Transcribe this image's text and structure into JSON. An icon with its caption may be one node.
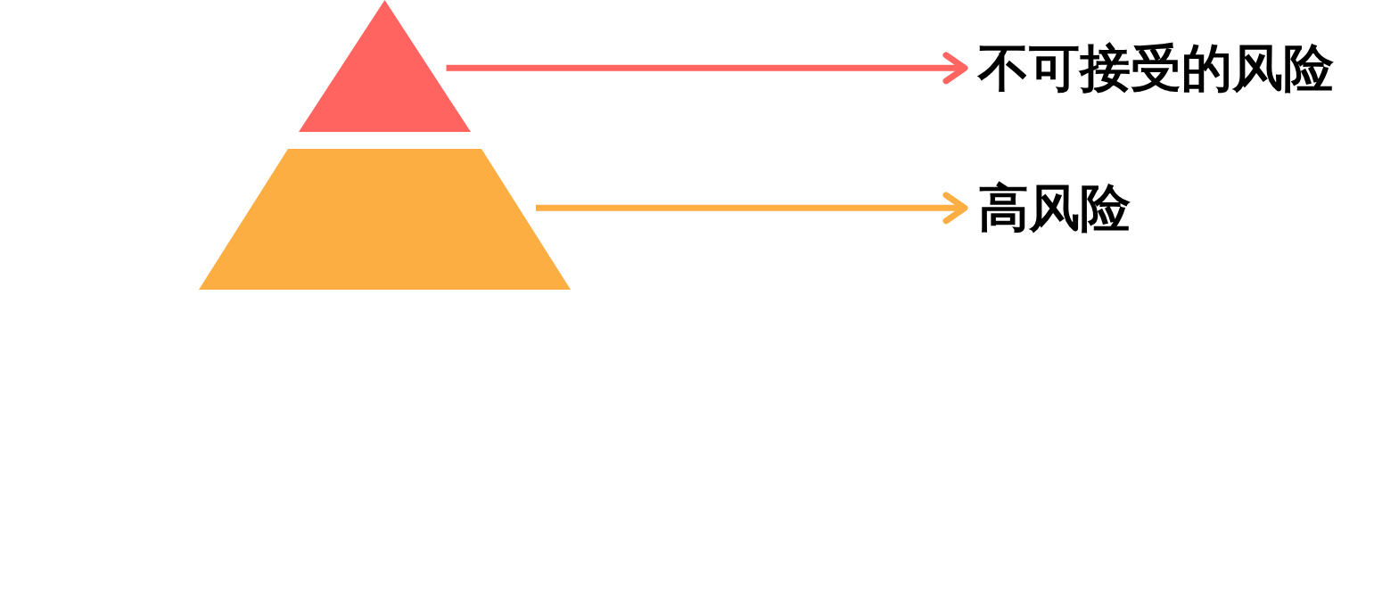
{
  "diagram": {
    "nodes": [
      {
        "text": [],
        "shape": "triangle"
      },
      {
        "text": [],
        "shape": "trapezoid"
      },
      {
        "text": [
          "不可接受的风险"
        ]
      },
      {
        "text": [
          "高风险"
        ]
      }
    ],
    "edges": [
      {
        "from": 0,
        "to": 2,
        "arrow": "to",
        "color": "#ff6461"
      },
      {
        "from": 1,
        "to": 3,
        "arrow": "to",
        "color": "#fdae42"
      }
    ]
  }
}
